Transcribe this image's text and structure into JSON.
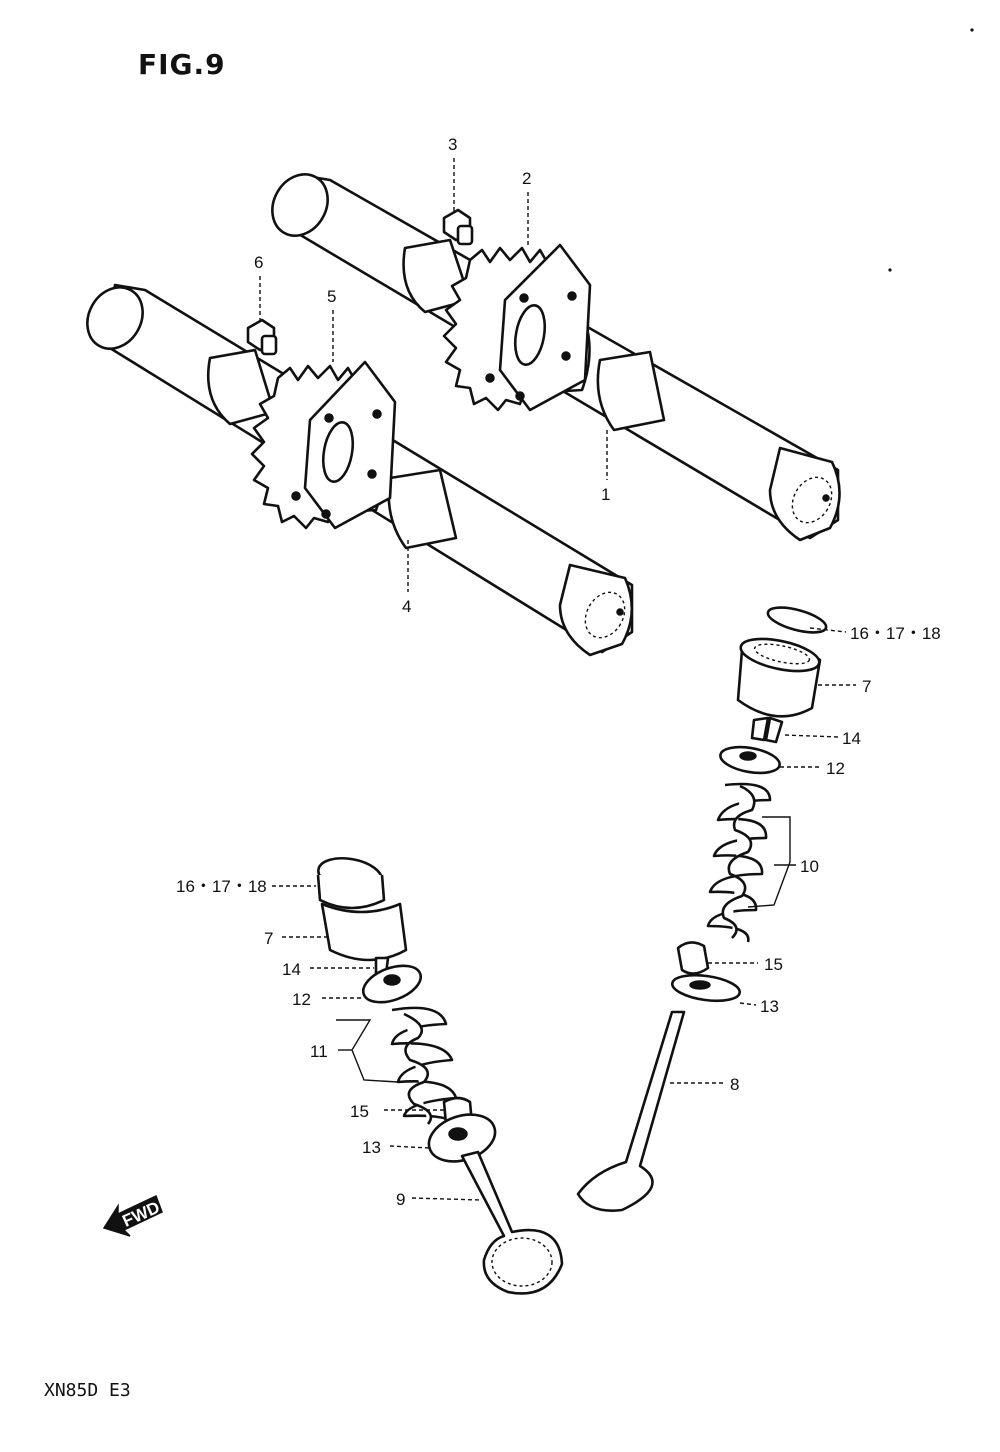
{
  "figure": {
    "title": "FIG.9",
    "model": "XN85D E3",
    "fwd_label": "FWD"
  },
  "callouts": {
    "c1": "1",
    "c2": "2",
    "c3": "3",
    "c4": "4",
    "c5": "5",
    "c6": "6",
    "c7a": "7",
    "c7b": "7",
    "c8": "8",
    "c9": "9",
    "c10": "10",
    "c11": "11",
    "c12a": "12",
    "c12b": "12",
    "c13a": "13",
    "c13b": "13",
    "c14a": "14",
    "c14b": "14",
    "c15a": "15",
    "c15b": "15",
    "c16a": "16・17・18",
    "c16b": "16・17・18"
  }
}
